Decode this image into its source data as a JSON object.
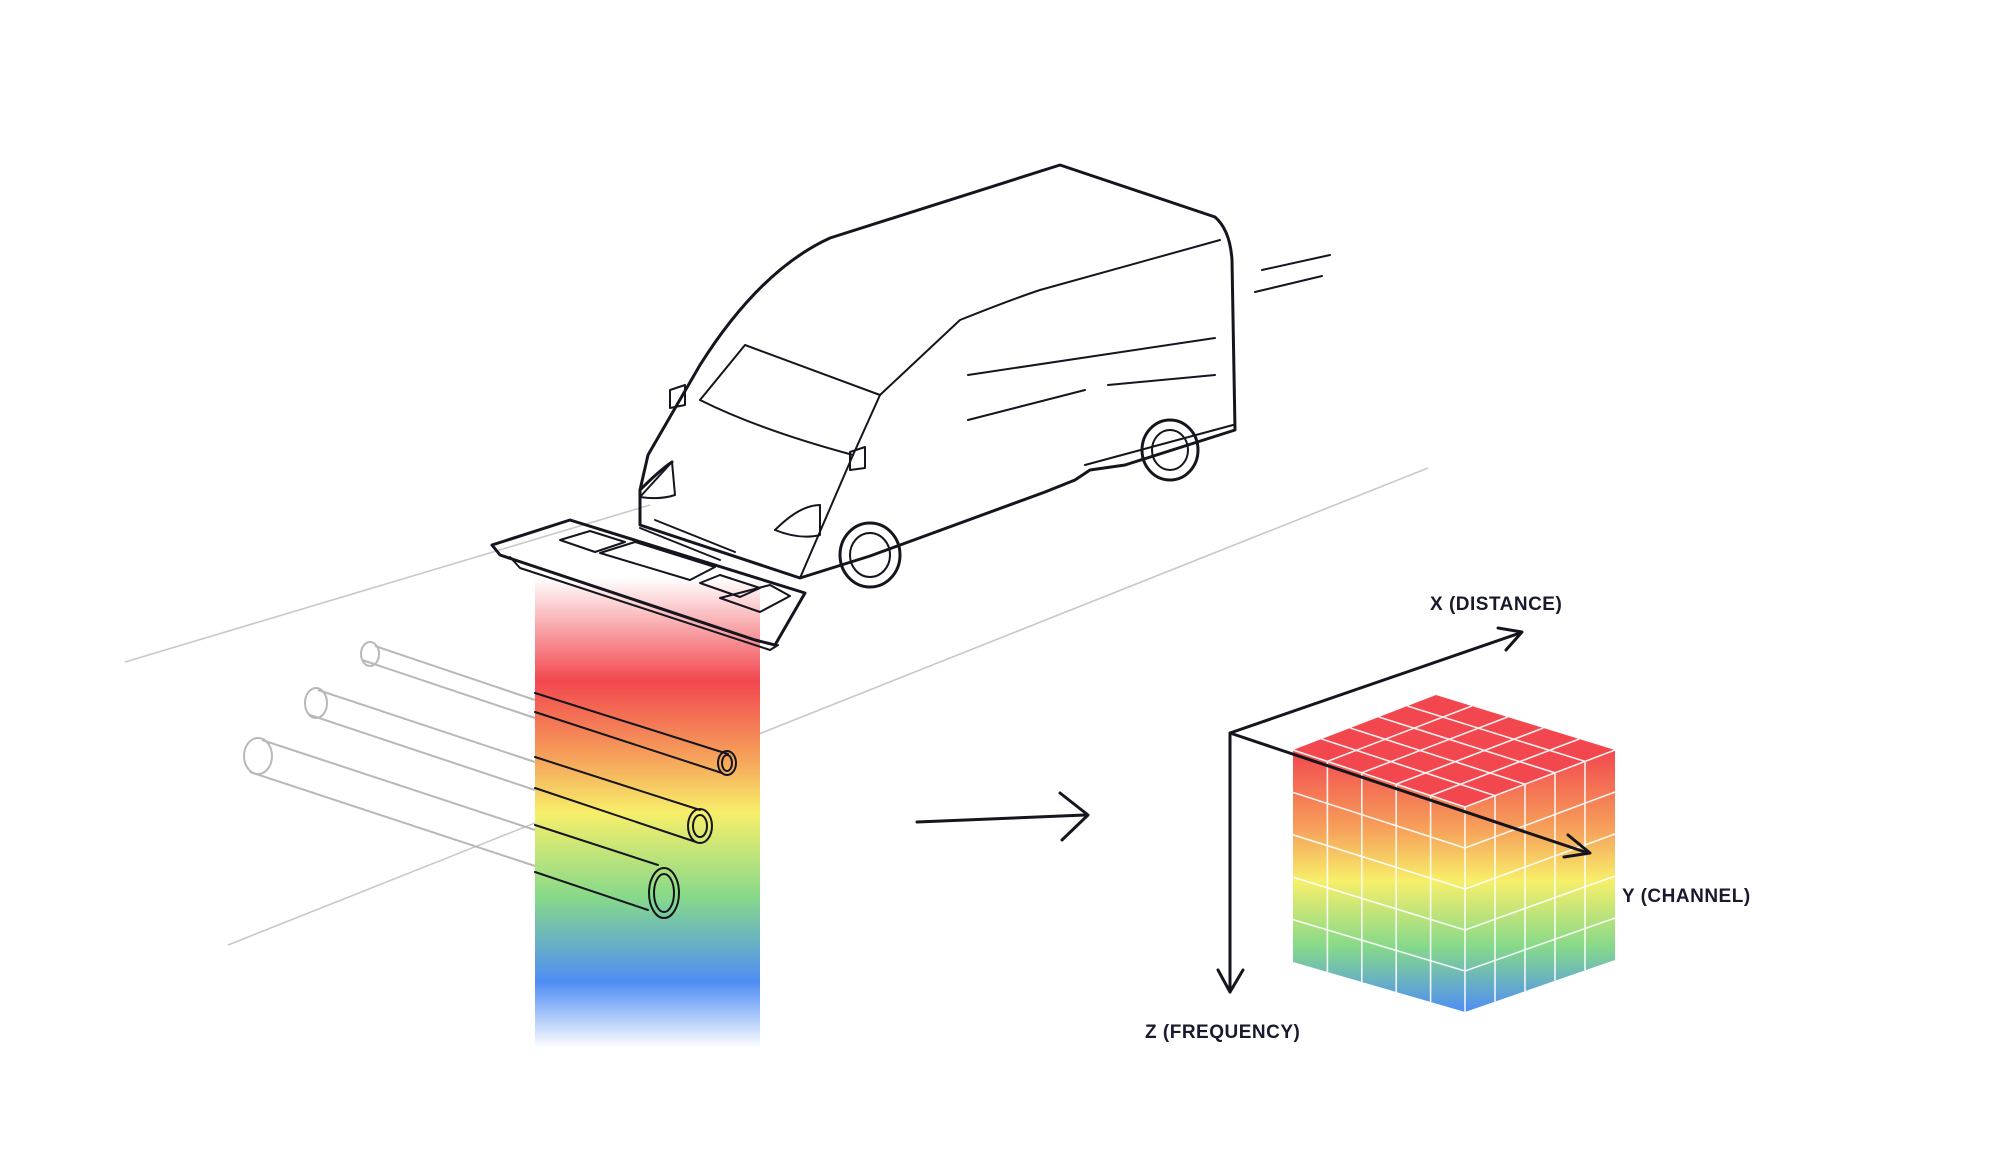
{
  "labels": {
    "x_axis": "X (DISTANCE)",
    "y_axis": "Y (CHANNEL)",
    "z_axis": "Z (FREQUENCY)"
  },
  "colors": {
    "ink": "#15151f",
    "red": "#f2474f",
    "yellow": "#f7ef6a",
    "green": "#86d98a",
    "blue": "#4f8df5",
    "panel": "#dcdcf2"
  },
  "icons": {
    "vehicle": "van-icon",
    "sensor": "gpr-sensor-icon",
    "flow": "right-arrow-icon"
  }
}
